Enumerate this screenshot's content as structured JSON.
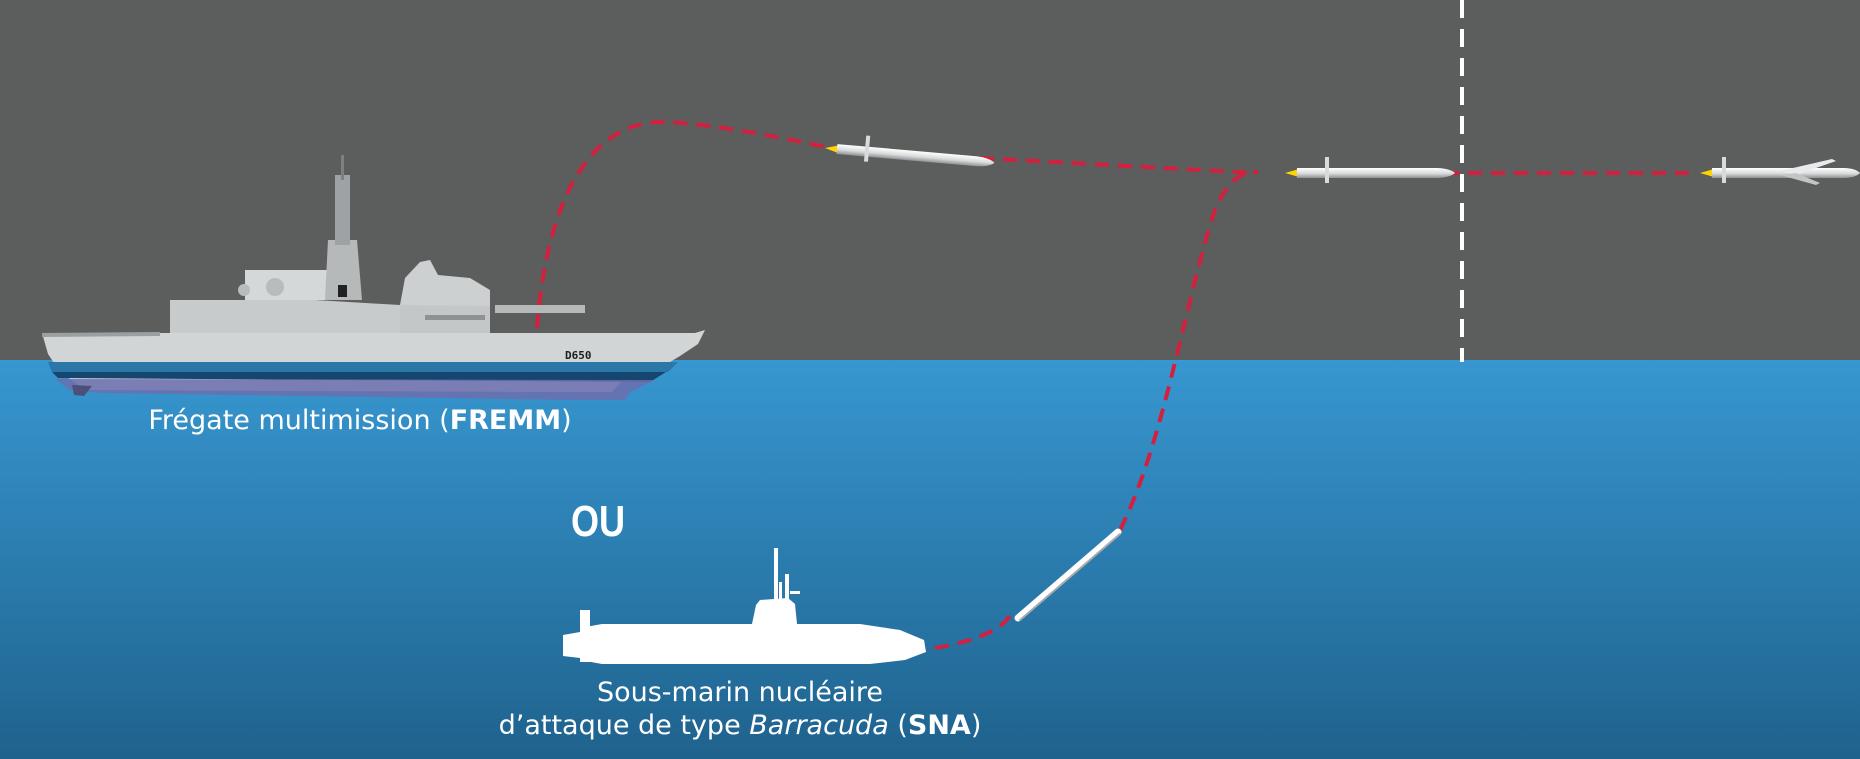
{
  "colors": {
    "sky": "#5b5e5d",
    "sea_top": "#3797d0",
    "sea_bottom": "#1f628d",
    "trajectory": "#d3203f",
    "boundary": "#ffffff",
    "ship_hull": "#d2d5d6",
    "ship_stripe": "#2b78a8",
    "missile_body": "#e4e6e7",
    "missile_flame": "#ffd400"
  },
  "ship": {
    "hull_number": "D650",
    "caption_prefix": "Frégate multimission (",
    "caption_bold": "FREMM",
    "caption_suffix": ")"
  },
  "alternative": {
    "label": "OU"
  },
  "submarine": {
    "caption_line1": "Sous-marin nucléaire",
    "caption_line2_prefix": "d’attaque de type ",
    "caption_line2_italic": "Barracuda",
    "caption_line2_mid": " (",
    "caption_line2_bold": "SNA",
    "caption_line2_suffix": ")"
  },
  "icons": [
    "frigate-icon",
    "submarine-icon",
    "cruise-missile-icon",
    "launch-tube-icon"
  ]
}
